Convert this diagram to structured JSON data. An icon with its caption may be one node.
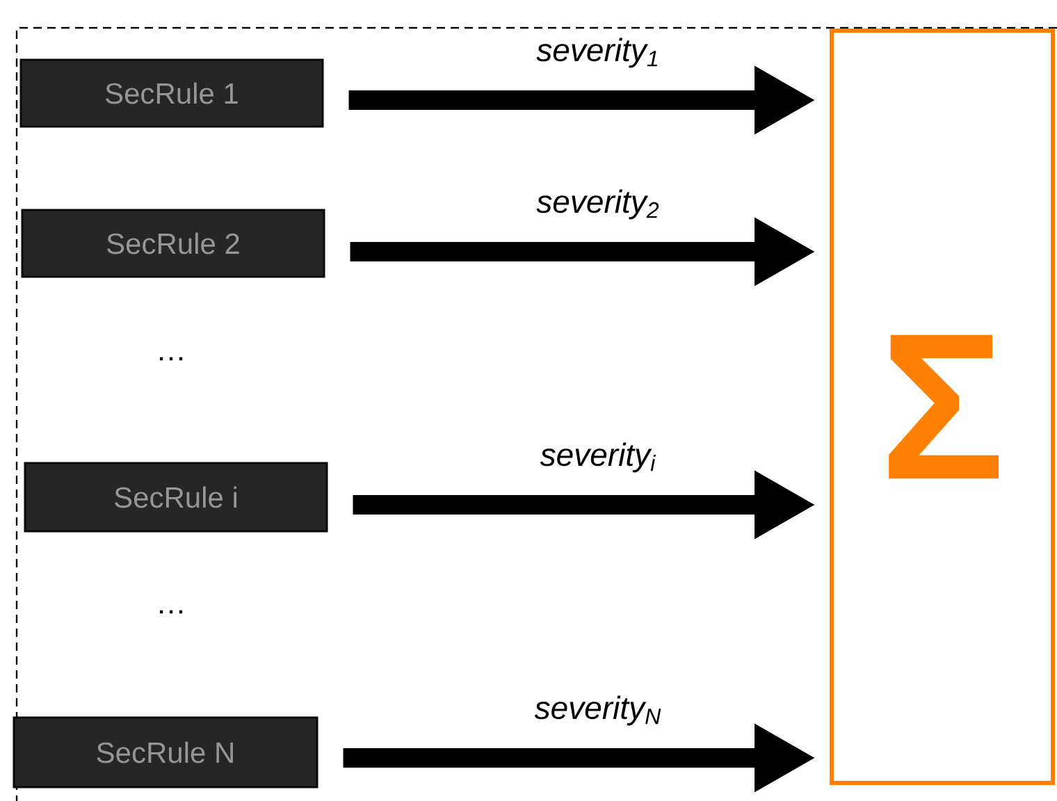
{
  "diagram": {
    "nodes": [
      {
        "text": [
          "SecRule 1"
        ]
      },
      {
        "text": [
          "SecRule 2"
        ]
      },
      {
        "text": [
          "SecRule i"
        ]
      },
      {
        "text": [
          "SecRule N"
        ]
      },
      {
        "text": [
          "Σ"
        ]
      }
    ],
    "edges": [
      {
        "from": 0,
        "to": 4,
        "arrow": "to",
        "label": "severity$_{1}$"
      },
      {
        "from": 1,
        "to": 4,
        "arrow": "to",
        "label": "severity$_{2}$"
      },
      {
        "from": 2,
        "to": 4,
        "arrow": "to",
        "label": "severity$_{i}$"
      },
      {
        "from": 3,
        "to": 4,
        "arrow": "to",
        "label": "severity$_{N}$"
      }
    ],
    "labels": [
      "…",
      "…"
    ]
  }
}
